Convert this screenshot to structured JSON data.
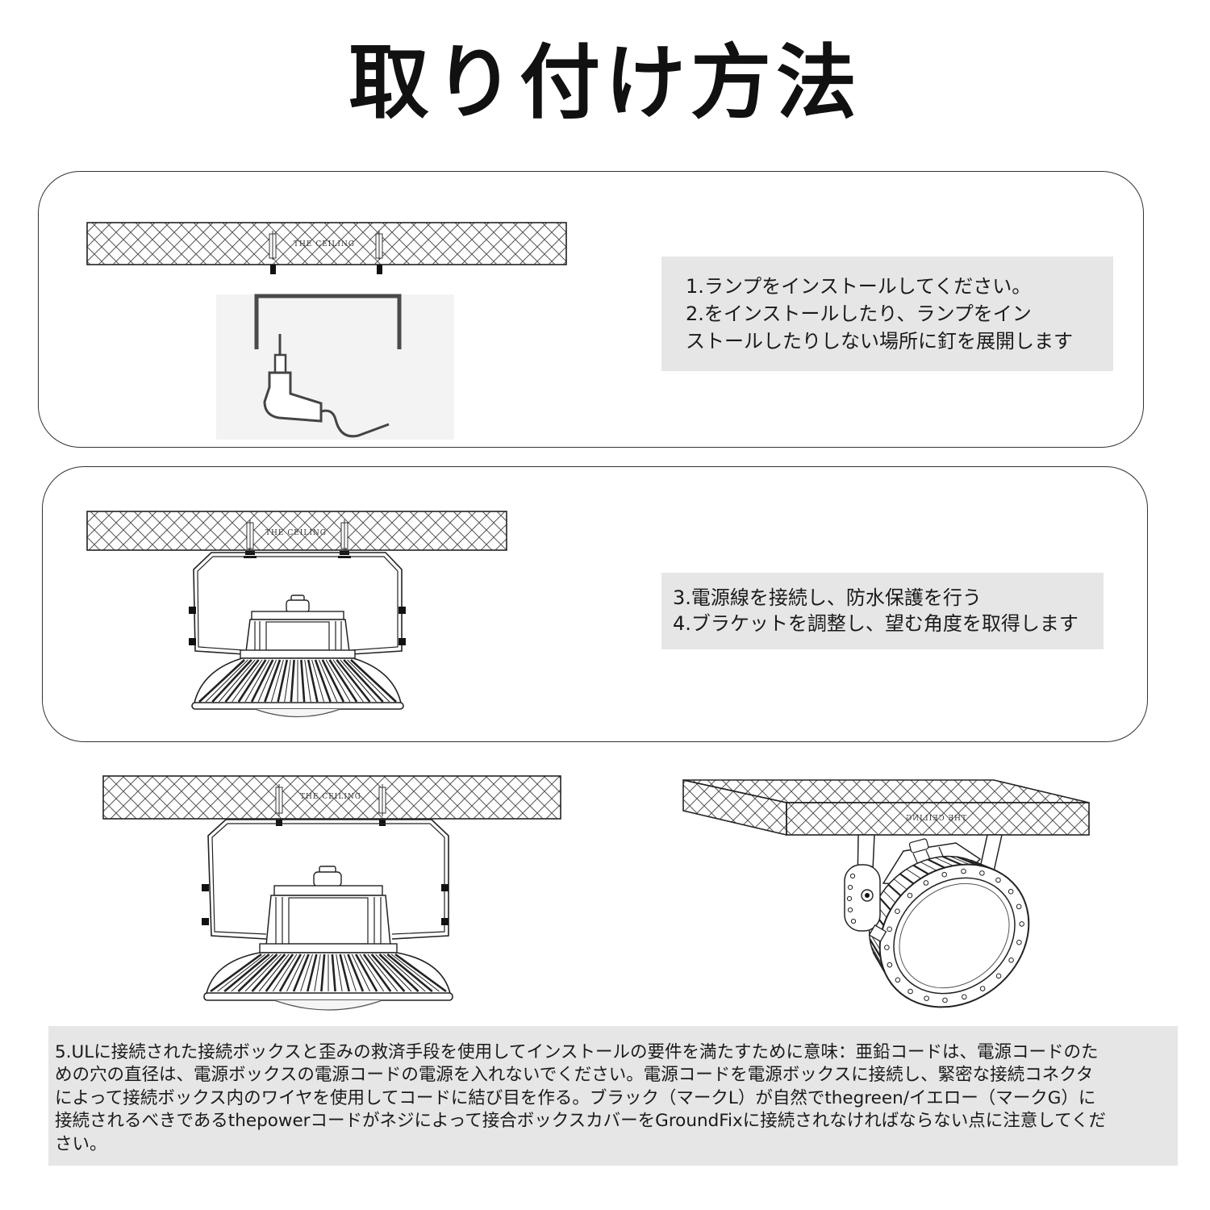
{
  "page": {
    "title": "取り付け方法"
  },
  "diagram_labels": {
    "ceiling": "THE CEILING"
  },
  "steps": {
    "panel_1": {
      "lines": [
        "1.ランプをインストールしてください。",
        "2.をインストールしたり、ランプをイン",
        "ストールしたりしない場所に釘を展開します"
      ]
    },
    "panel_2": {
      "lines": [
        "3.電源線を接続し、防水保護を行う",
        "4.ブラケットを調整し、望む角度を取得します"
      ]
    },
    "note": {
      "lines": [
        "5.ULに接続された接続ボックスと歪みの救済手段を使用してインストールの要件を満たすために意味：亜鉛コードは、電源コードのた",
        "めの穴の直径は、電源ボックスの電源コードの電源を入れないでください。電源コードを電源ボックスに接続し、緊密な接続コネクタ",
        "によって接続ボックス内のワイヤを使用してコードに結び目を作る。ブラック（マークL）が自然でthegreen/イエロー（マークG）に",
        "接続されるべきであるthepowerコードがネジによって接合ボックスカバーをGroundFixに接続されなければならない点に注意してくだ",
        "さい。"
      ]
    }
  },
  "colors": {
    "text_box_background": "#e6e6e6",
    "text": "#1a1a1a",
    "line_art": "#222222"
  }
}
